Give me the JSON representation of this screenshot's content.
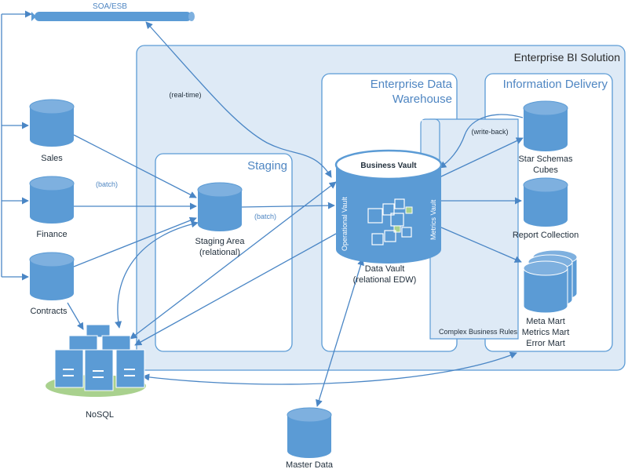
{
  "soa_label": "SOA/ESB",
  "regions": {
    "enterprise_bi": "Enterprise BI Solution",
    "edw_line1": "Enterprise Data",
    "edw_line2": "Warehouse",
    "info_delivery": "Information Delivery",
    "staging": "Staging"
  },
  "sources": {
    "sales": "Sales",
    "finance": "Finance",
    "contracts": "Contracts",
    "nosql": "NoSQL",
    "master_data": "Master Data"
  },
  "staging_area": {
    "line1": "Staging Area",
    "line2": "(relational)"
  },
  "data_vault": {
    "business_vault": "Business Vault",
    "operational_vault": "Operational Vault",
    "metrics_vault": "Metrics Vault",
    "line1": "Data Vault",
    "line2": "(relational EDW)"
  },
  "delivery": {
    "star_schemas": "Star Schemas",
    "cubes": "Cubes",
    "report_collection": "Report Collection",
    "meta_mart": "Meta Mart",
    "metrics_mart": "Metrics Mart",
    "error_mart": "Error Mart"
  },
  "annotations": {
    "real_time": "(real-time)",
    "batch_1": "(batch)",
    "batch_2": "(batch)",
    "write_back": "(write-back)",
    "complex_rules": "Complex Business Rules"
  },
  "colors": {
    "region_fill": "#deeaf6",
    "region_stroke": "#5b9bd5",
    "cylinder_fill": "#5b9bd5",
    "cylinder_top": "#7eb0df",
    "line": "#4a86c5",
    "nosql_base": "#a9d18e"
  }
}
